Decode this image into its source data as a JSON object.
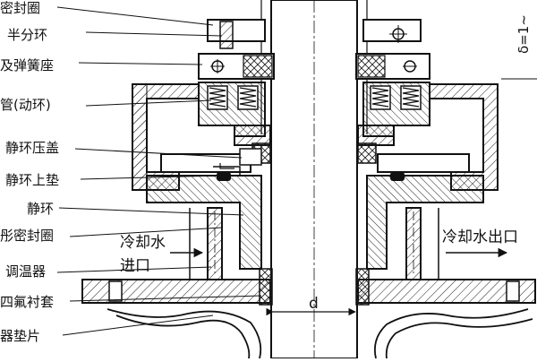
{
  "labels": {
    "seal_ring": "密封圈",
    "half_ring": "半分环",
    "spring_seat": "及弹簧座",
    "moving_ring": "管(动环)",
    "static_gland": "静环压盖",
    "static_pad": "静环上垫",
    "static_ring": "静环",
    "o_ring": "彤密封圈",
    "thermostat": "调温器",
    "ptfe_sleeve": "四氟衬套",
    "gasket": "器垫片"
  },
  "flow": {
    "inlet_top": "冷却水",
    "inlet_bottom": "进口",
    "outlet": "冷却水出口"
  },
  "dims": {
    "shaft": "d",
    "gap": "δ=1~"
  },
  "colors": {
    "line": "#111111",
    "hatch": "#222222",
    "background": "#ffffff"
  }
}
